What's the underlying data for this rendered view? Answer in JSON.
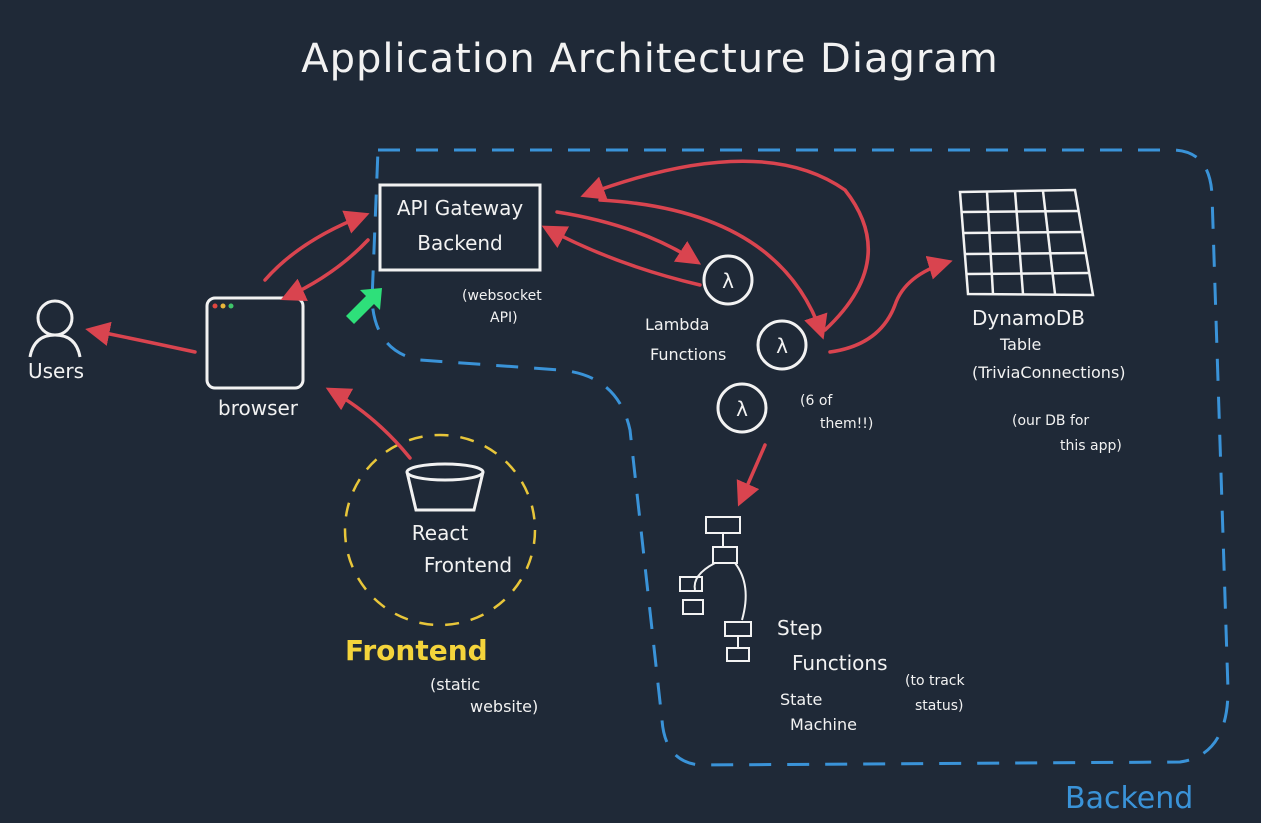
{
  "title": "Application Architecture Diagram",
  "labels": {
    "users": "Users",
    "browser": "browser",
    "api_gateway_line1": "API Gateway",
    "api_gateway_line2": "Backend",
    "websocket_note_line1": "(websocket",
    "websocket_note_line2": "API)",
    "lambda_line1": "Lambda",
    "lambda_line2": "Functions",
    "lambda_symbol": "λ",
    "lambda_count_line1": "(6 of",
    "lambda_count_line2": "them!!)",
    "dynamodb_line1": "DynamoDB",
    "dynamodb_line2": "Table",
    "dynamodb_line3": "(TriviaConnections)",
    "db_note_line1": "(our DB for",
    "db_note_line2": "this app)",
    "react_line1": "React",
    "react_line2": "Frontend",
    "frontend_title": "Frontend",
    "frontend_note_line1": "(static",
    "frontend_note_line2": "website)",
    "step_line1": "Step",
    "step_line2": "Functions",
    "state_line1": "State",
    "state_line2": "Machine",
    "track_note_line1": "(to track",
    "track_note_line2": "status)",
    "backend_region": "Backend"
  },
  "colors": {
    "background": "#1f2937",
    "arrow": "#d9444f",
    "backend_border": "#3a93d8",
    "frontend_circle": "#e8c63a",
    "highlight_arrow": "#2ee07a",
    "ink": "#f2f2f2"
  },
  "icons": [
    "user-icon",
    "browser-window-icon",
    "bucket-icon",
    "table-grid-icon",
    "lambda-icon",
    "flowchart-icon"
  ]
}
